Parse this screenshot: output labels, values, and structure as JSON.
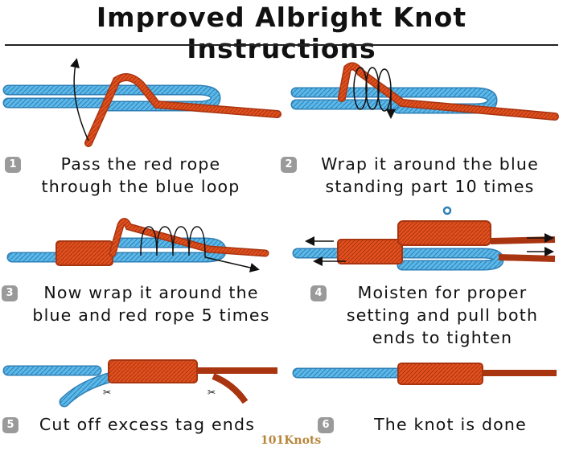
{
  "title": "Improved Albright Knot Instructions",
  "colors": {
    "blue": "#5bb8e8",
    "blue_dark": "#2e7fb6",
    "red": "#e2501e",
    "red_dark": "#a83410",
    "badge": "#9a9a9a"
  },
  "steps": [
    {
      "num": "1",
      "lines": [
        "Pass the red rope",
        "through the blue loop"
      ]
    },
    {
      "num": "2",
      "lines": [
        "Wrap it around the blue",
        "standing part 10 times"
      ]
    },
    {
      "num": "3",
      "lines": [
        "Now wrap it around the",
        "blue and red rope 5 times"
      ]
    },
    {
      "num": "4",
      "lines": [
        "Moisten for proper",
        "setting and pull both",
        "ends to tighten"
      ]
    },
    {
      "num": "5",
      "lines": [
        "Cut off excess tag ends"
      ]
    },
    {
      "num": "6",
      "lines": [
        "The knot is done"
      ]
    }
  ],
  "logo": "101Knots"
}
